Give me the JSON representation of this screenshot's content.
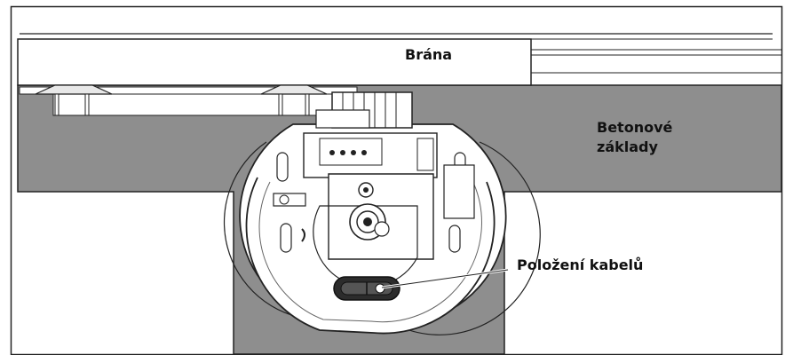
{
  "labels": {
    "gate": "Brána",
    "concrete_line1": "Betonové",
    "concrete_line2": "základy",
    "cable_position": "Položení kabelů"
  },
  "colors": {
    "concrete": "#8e8e8e",
    "outline": "#222222",
    "motor_body": "#ffffff",
    "cable_port": "#2c2c2c",
    "background": "#ffffff"
  }
}
